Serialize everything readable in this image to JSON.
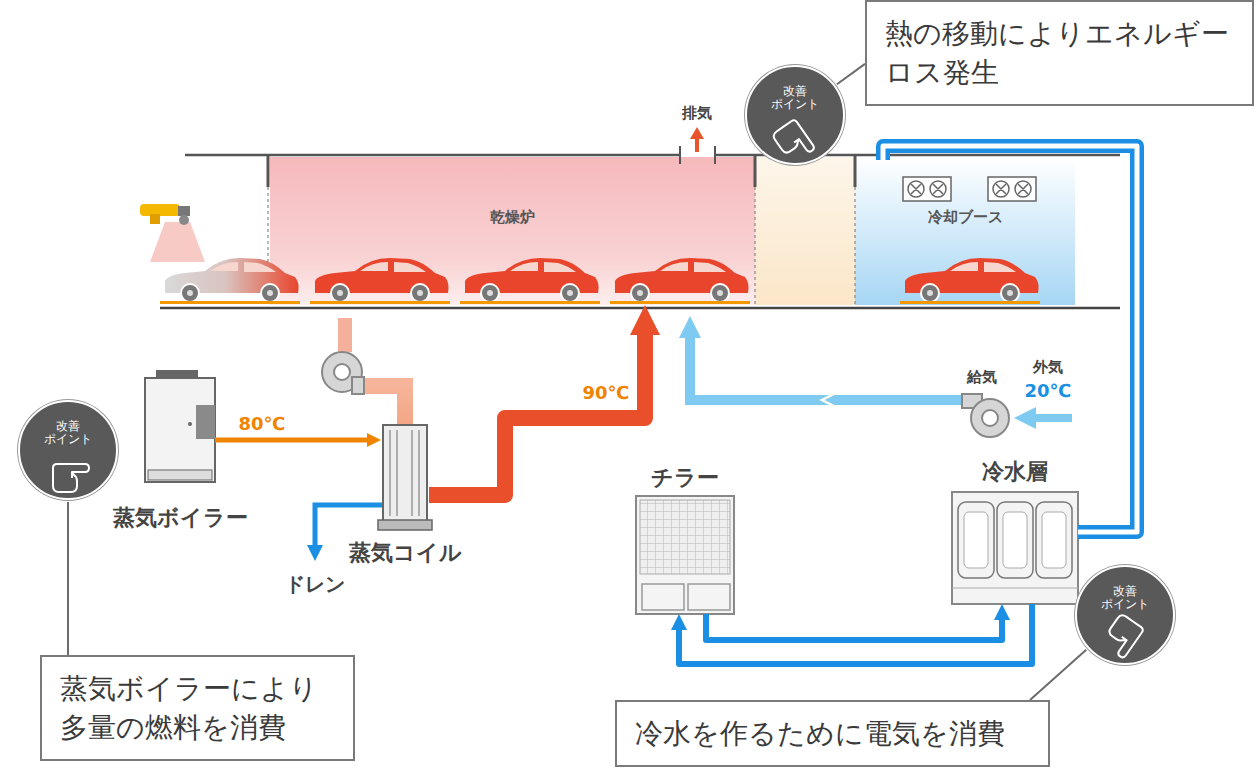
{
  "diagram": {
    "nodes": [
      {
        "text": [
          "熱の移動によりエネルギー ロス発生"
        ]
      },
      {
        "text": [
          "改善 ポイント"
        ]
      },
      {
        "text": [
          "乾燥炉"
        ]
      },
      {
        "text": [
          "冷却ブース"
        ]
      },
      {
        "text": [
          "蒸気ボイラー"
        ]
      },
      {
        "text": [
          "改善 ポイント"
        ]
      },
      {
        "text": [
          "蒸気コイル"
        ]
      },
      {
        "text": [
          "チラー"
        ]
      },
      {
        "text": [
          "冷水層"
        ]
      },
      {
        "text": [
          "改善 ポイント"
        ]
      },
      {
        "text": [
          "蒸気ボイラーにより 多量の燃料を消費"
        ]
      },
      {
        "text": [
          "冷水を作るために電気を消費"
        ]
      }
    ],
    "edges": [
      {
        "from": 1,
        "to": 0,
        "arrow": "none"
      },
      {
        "from": 5,
        "to": 10,
        "arrow": "none"
      },
      {
        "from": 9,
        "to": 11,
        "arrow": "none"
      },
      {
        "from": 4,
        "to": 6,
        "label": "80℃",
        "arrow": "to"
      },
      {
        "from": 6,
        "to": 2,
        "label": "90℃",
        "arrow": "to"
      },
      {
        "from": 7,
        "to": 8,
        "arrow": "to"
      },
      {
        "from": 8,
        "to": 7,
        "arrow": "to"
      },
      {
        "from": 8,
        "to": 3,
        "arrow": "none"
      }
    ],
    "labels": [
      "排気",
      "給気",
      "外気",
      "20℃",
      "ドレン"
    ]
  }
}
